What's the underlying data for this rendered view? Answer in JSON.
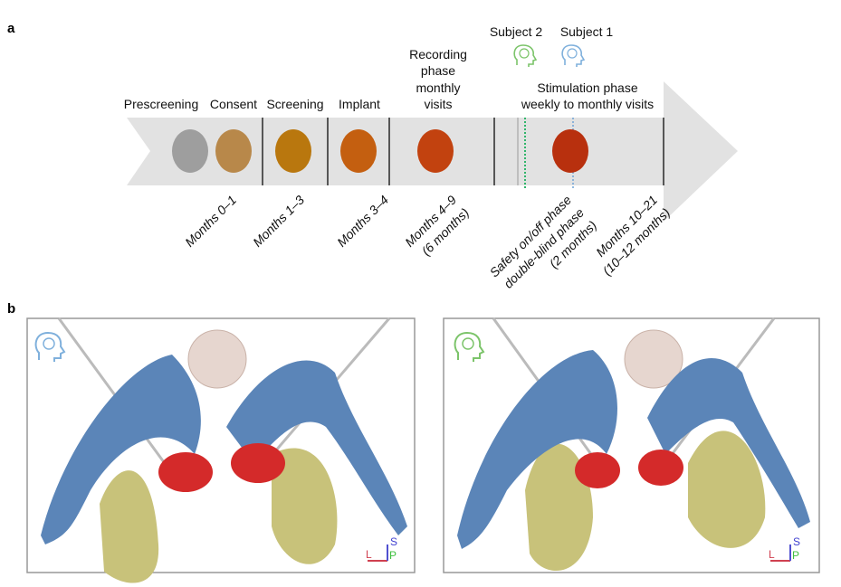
{
  "panel_a": {
    "label": "a",
    "subjects": [
      {
        "name": "Subject 2",
        "color": "#7cc46a",
        "icon": "brain-head-icon"
      },
      {
        "name": "Subject 1",
        "color": "#7fb0dc",
        "icon": "brain-head-icon"
      }
    ],
    "phases": [
      {
        "label": "Prescreening",
        "color": "#9e9e9e"
      },
      {
        "label": "Consent",
        "color": "#b8884a"
      },
      {
        "label": "Screening",
        "color": "#b9770e"
      },
      {
        "label": "Implant",
        "color": "#c45f10"
      },
      {
        "label_lines": [
          "Recording",
          "phase",
          "monthly",
          "visits"
        ],
        "color": "#c2420f"
      },
      {
        "label_lines": [
          "Stimulation phase",
          "weekly to monthly visits"
        ],
        "color": "#b8300e"
      }
    ],
    "durations": [
      {
        "lines": [
          "Months 0–1"
        ]
      },
      {
        "lines": [
          "Months 1–3"
        ]
      },
      {
        "lines": [
          "Months 3–4"
        ]
      },
      {
        "lines": [
          "Months 4–9",
          "(6 months)"
        ]
      },
      {
        "lines": [
          "Safety on/off phase",
          "double-blind phase",
          "(2 months)"
        ]
      },
      {
        "lines": [
          "Months 10–21",
          "(10–12 months)"
        ]
      }
    ]
  },
  "panel_b": {
    "label": "b",
    "views": [
      {
        "subject_icon_color": "#7fb0dc",
        "axes": [
          "S",
          "L",
          "P"
        ]
      },
      {
        "subject_icon_color": "#7cc46a",
        "axes": [
          "S",
          "L",
          "P"
        ]
      }
    ],
    "colors": {
      "blue_structure": "#5b85b8",
      "yellow_structure": "#c8c27a",
      "red_structure": "#d42a2a"
    }
  }
}
